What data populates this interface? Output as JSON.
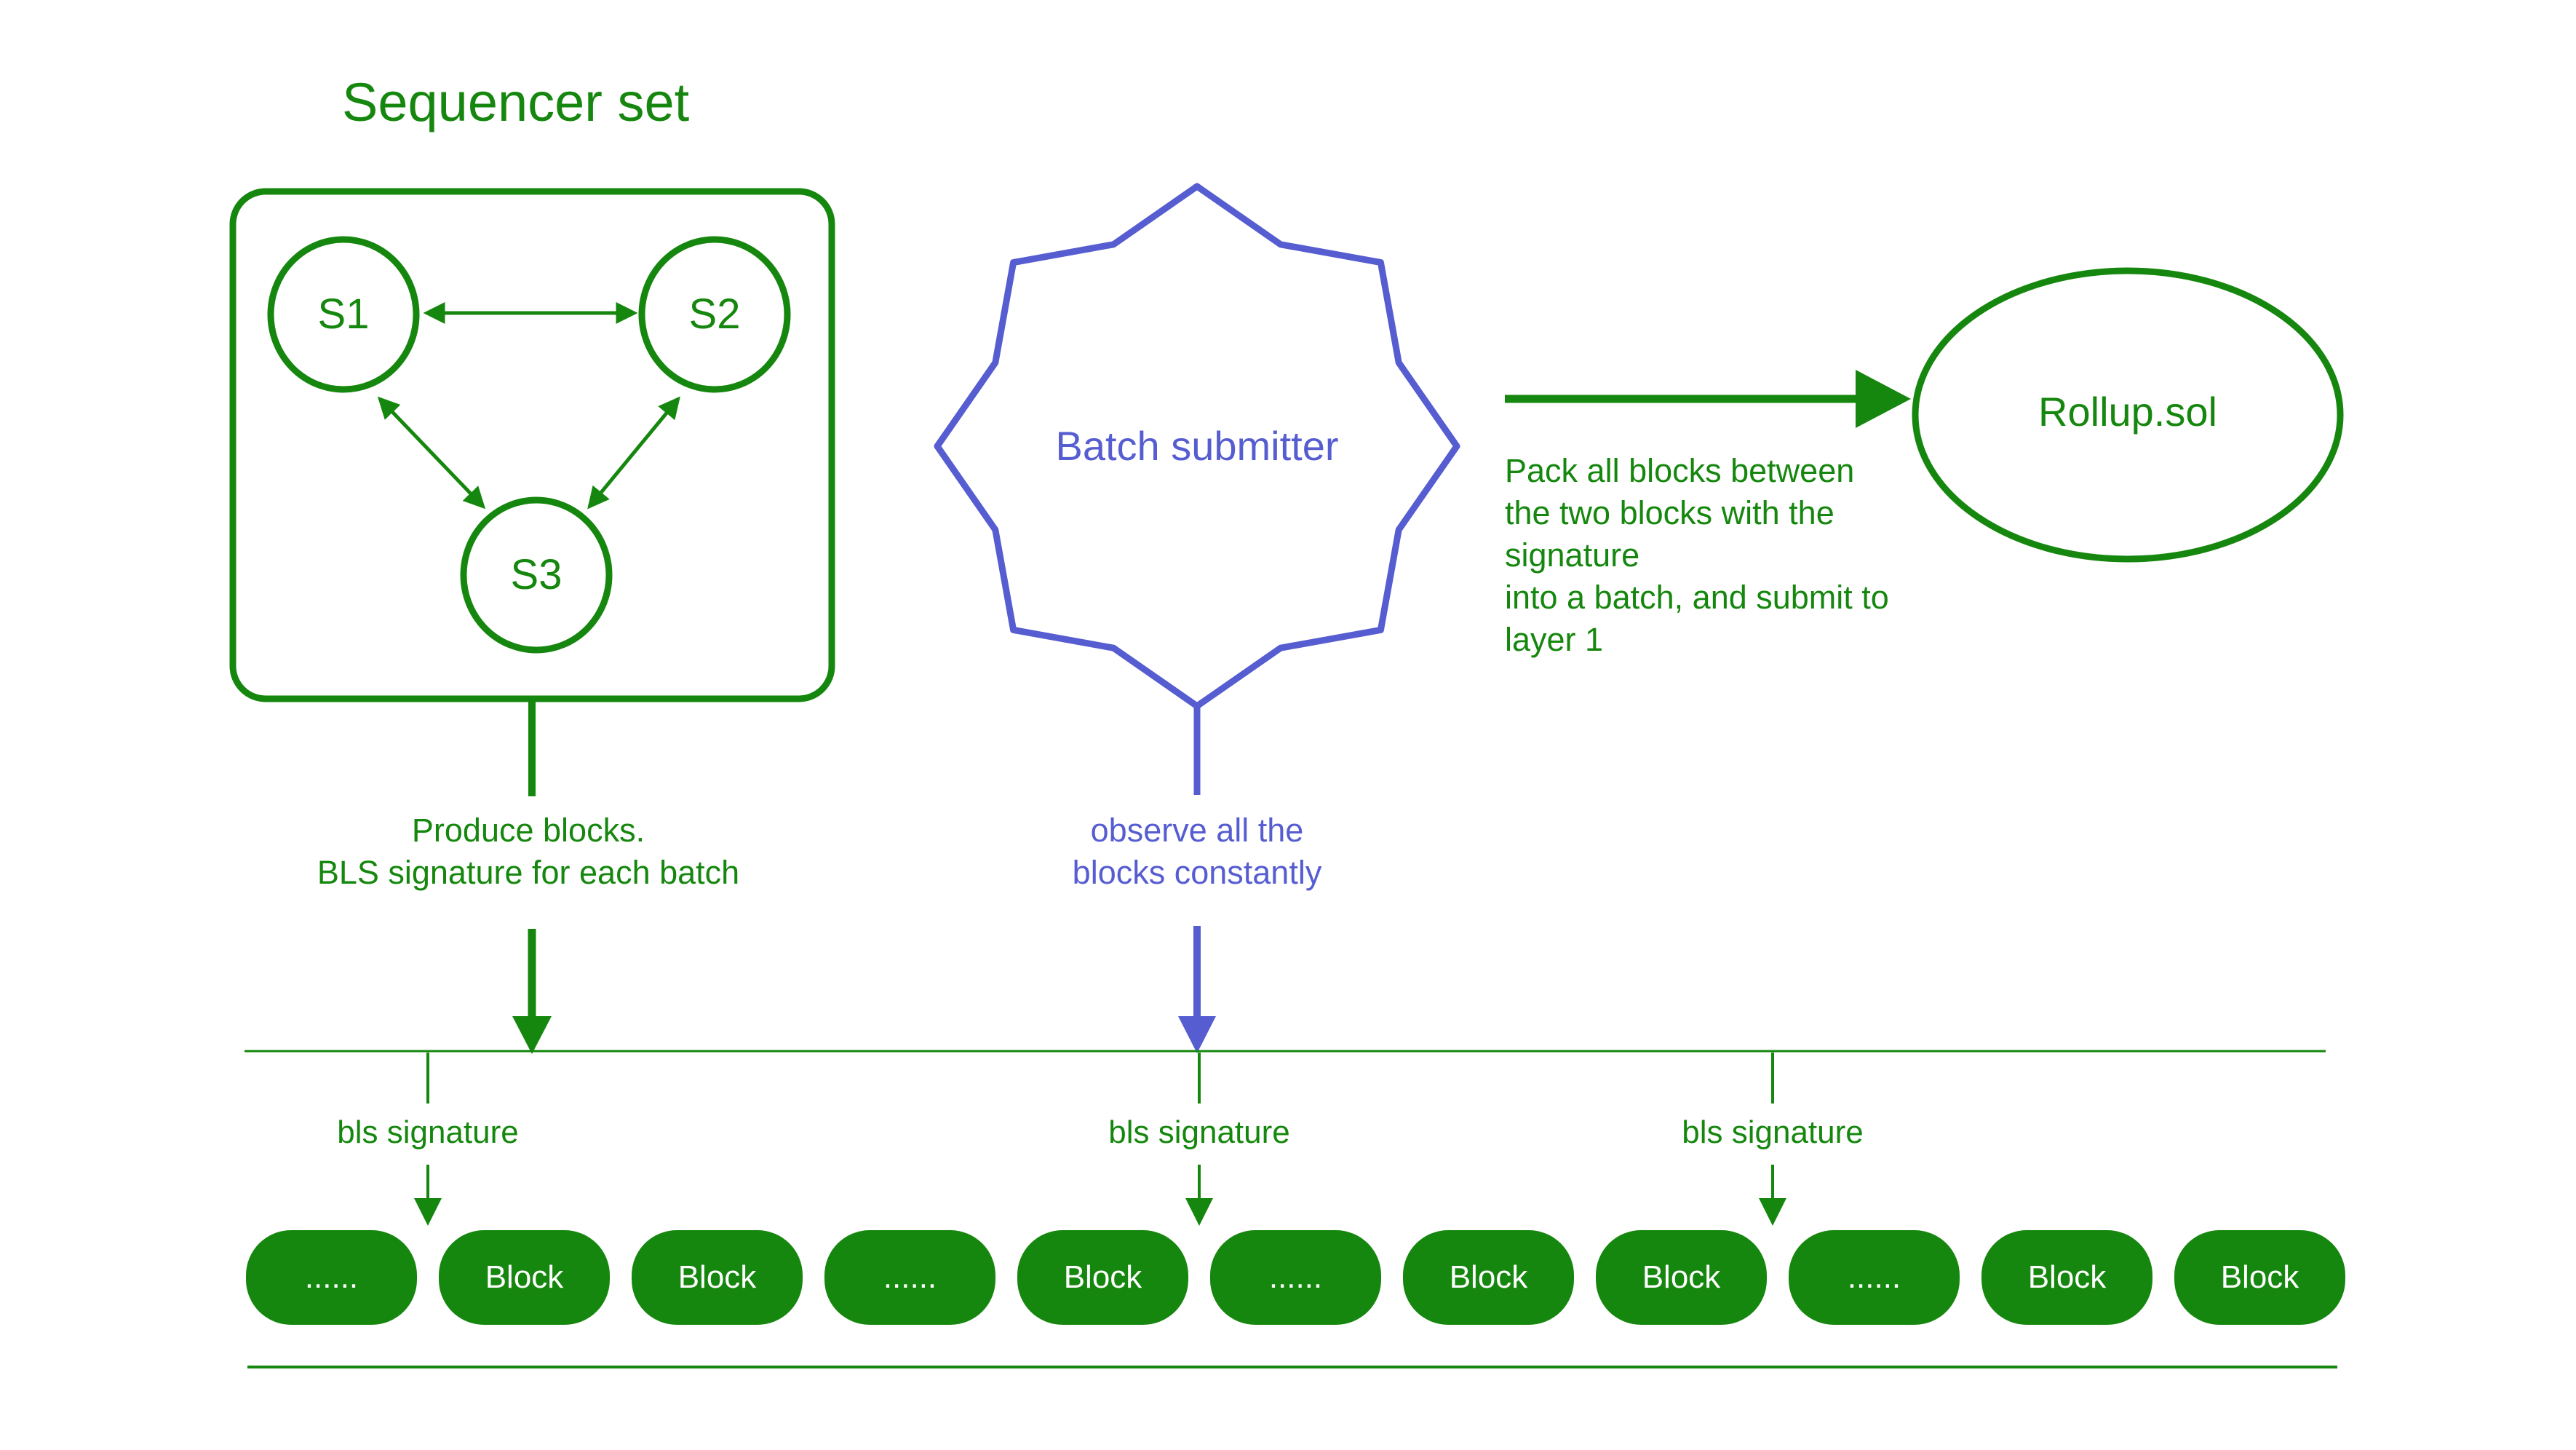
{
  "colors": {
    "green": "#16870e",
    "blue": "#565dd0",
    "background": "#ffffff",
    "block_text": "#ffffff"
  },
  "sequencer": {
    "title": "Sequencer set",
    "nodes": [
      {
        "label": "S1"
      },
      {
        "label": "S2"
      },
      {
        "label": "S3"
      }
    ],
    "produce_note": "Produce blocks.\nBLS signature for each batch"
  },
  "batch_submitter": {
    "label": "Batch submitter",
    "observe_note": "observe all the\nblocks constantly"
  },
  "rollup": {
    "label": "Rollup.sol",
    "pack_note": "Pack all blocks between\nthe two blocks with the\nsignature\ninto a batch, and submit to\nlayer 1"
  },
  "timeline": {
    "bls_labels": [
      "bls signature",
      "bls signature",
      "bls signature"
    ],
    "blocks": [
      "......",
      "Block",
      "Block",
      "......",
      "Block",
      "......",
      "Block",
      "Block",
      "......",
      "Block",
      "Block"
    ]
  }
}
